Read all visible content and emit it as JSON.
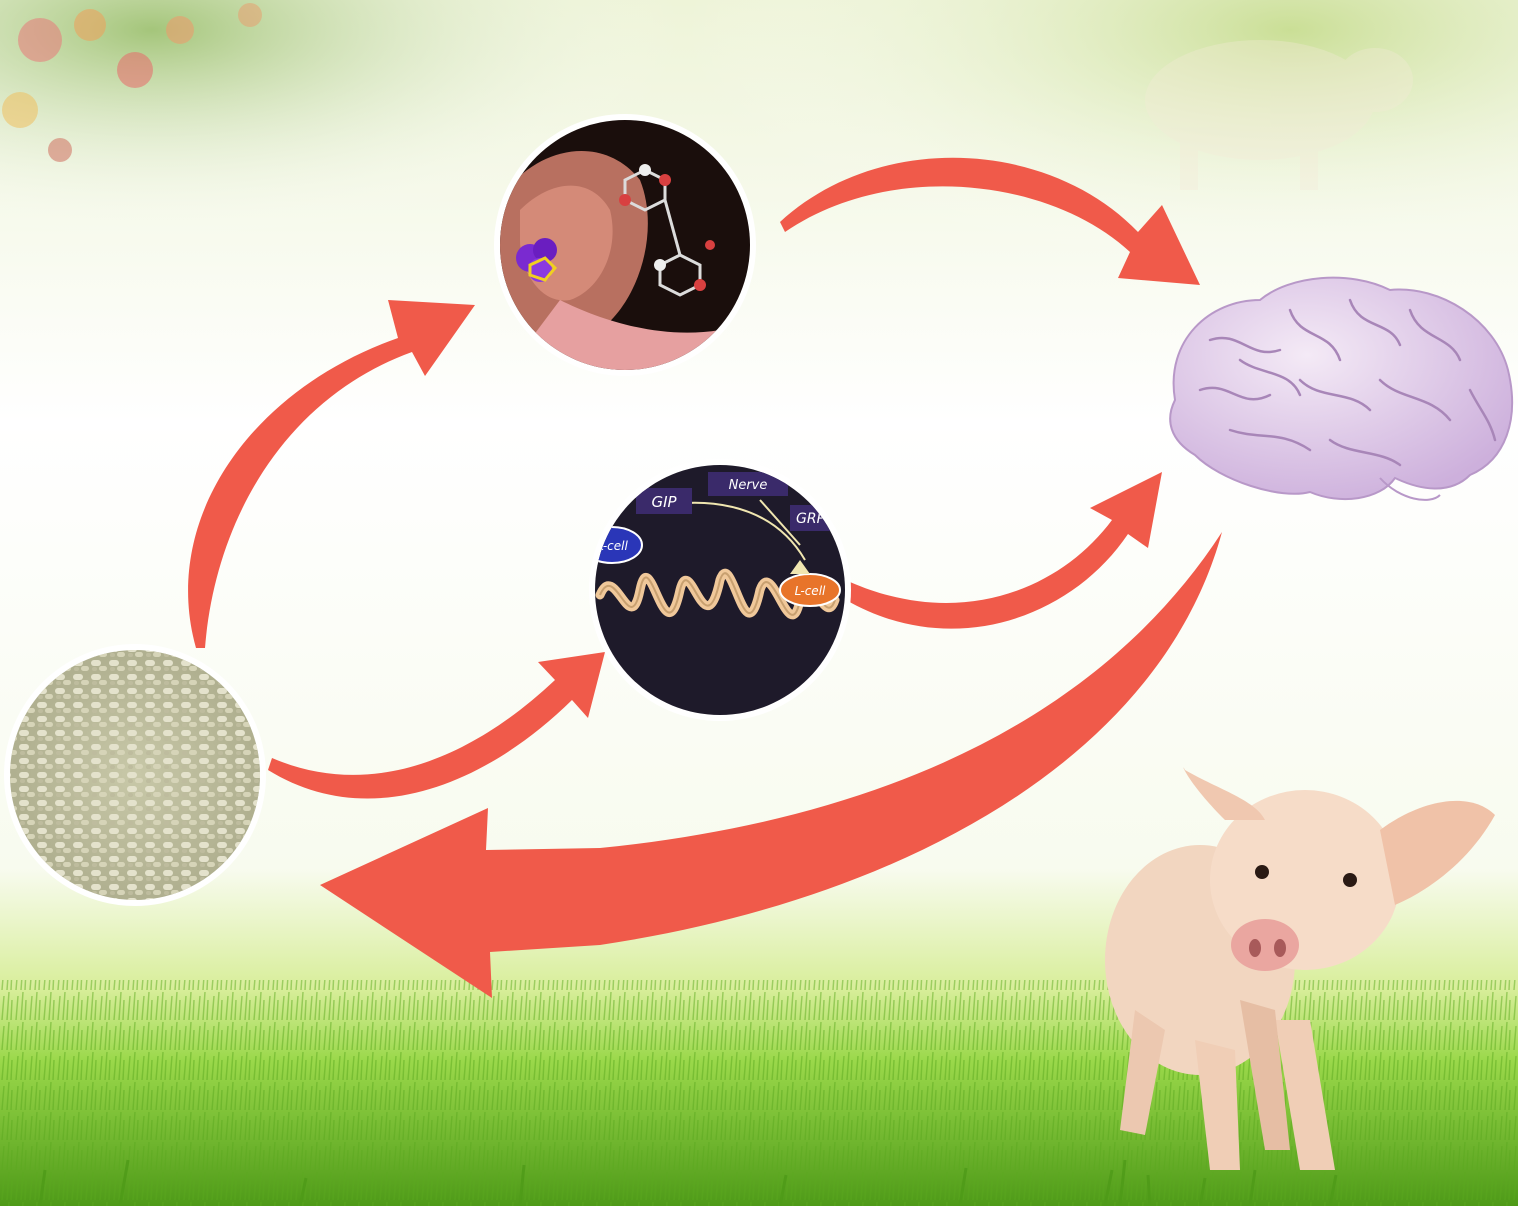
{
  "diagram": {
    "nodes": [
      {
        "id": "feed",
        "name": "feed-pellets"
      },
      {
        "id": "tongue",
        "name": "tongue-taste-receptors"
      },
      {
        "id": "gut",
        "name": "gut-hormone-signaling"
      },
      {
        "id": "brain",
        "name": "brain"
      },
      {
        "id": "piglet",
        "name": "piglet"
      }
    ],
    "gut_labels": {
      "gip": "GIP",
      "nerve": "Nerve",
      "grp": "GRP",
      "k_cell": "K-cell",
      "l_cell": "L-cell"
    },
    "colors": {
      "arrow": "#f05a4a",
      "sky": "#ffffff",
      "grass": "#7cc832",
      "gut_bg": "#1e1a2a",
      "villi": "#f0c89a",
      "label_box": "#3a2a6a",
      "l_cell": "#e8742a",
      "k_cell": "#2a36b8",
      "brain": "#dcc8e6"
    }
  }
}
